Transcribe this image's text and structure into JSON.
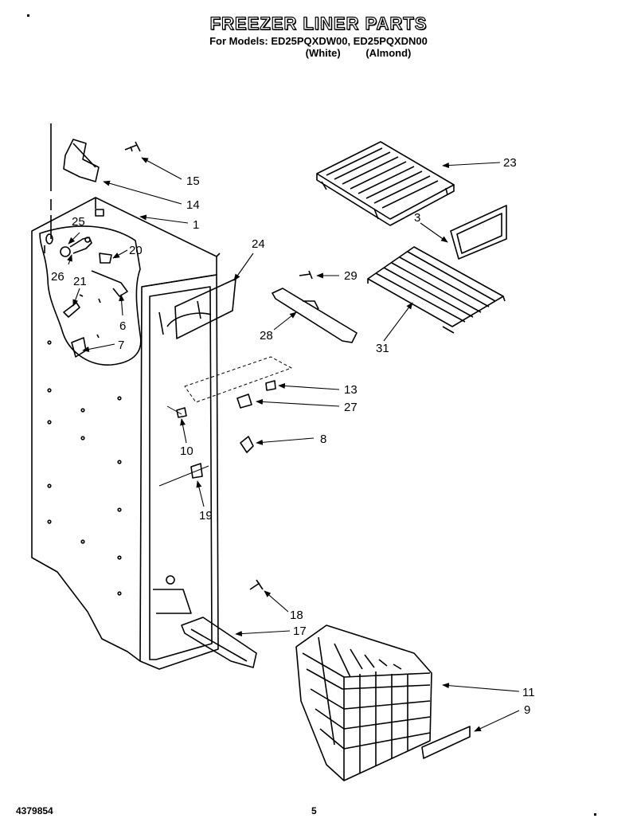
{
  "header": {
    "title": "FREEZER LINER PARTS",
    "subtitle": "For Models: ED25PQXDW00, ED25PQXDN00",
    "variant_white": "(White)",
    "variant_almond": "(Almond)"
  },
  "callouts": {
    "c1": "1",
    "c3": "3",
    "c6": "6",
    "c7": "7",
    "c8": "8",
    "c9": "9",
    "c10": "10",
    "c11": "11",
    "c13": "13",
    "c14": "14",
    "c15": "15",
    "c17": "17",
    "c18": "18",
    "c19": "19",
    "c20": "20",
    "c21": "21",
    "c23": "23",
    "c24": "24",
    "c25": "25",
    "c26": "26",
    "c27": "27",
    "c28": "28",
    "c29": "29",
    "c31": "31"
  },
  "footer": {
    "code": "4379854",
    "page": "5"
  }
}
